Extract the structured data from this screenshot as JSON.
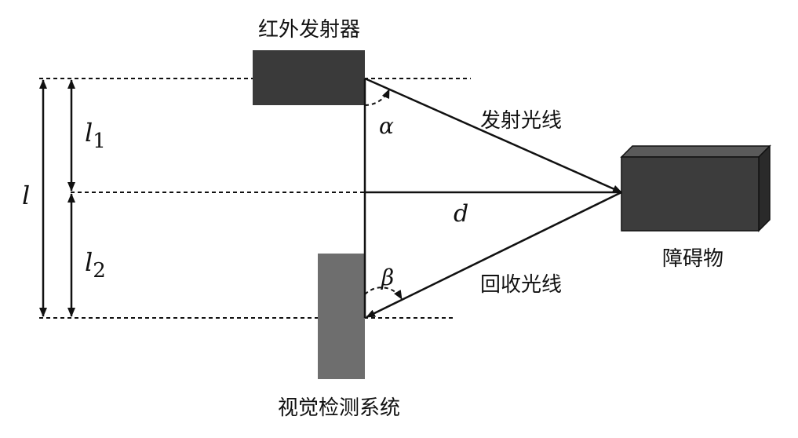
{
  "labels": {
    "emitter": "红外发射器",
    "camera": "视觉检测系统",
    "obstacle": "障碍物",
    "emit_ray": "发射光线",
    "return_ray": "回收光线"
  },
  "symbols": {
    "alpha": "α",
    "beta": "β",
    "d": "d",
    "l": "l",
    "l1_base": "l",
    "l1_sub": "1",
    "l2_base": "l",
    "l2_sub": "2"
  },
  "colors": {
    "emitter_fill": "#3a3a3a",
    "camera_fill": "#6e6e6e",
    "obstacle_front": "#3c3c3c",
    "obstacle_top": "#5a5a5a",
    "obstacle_side": "#2a2a2a",
    "line": "#111111"
  }
}
